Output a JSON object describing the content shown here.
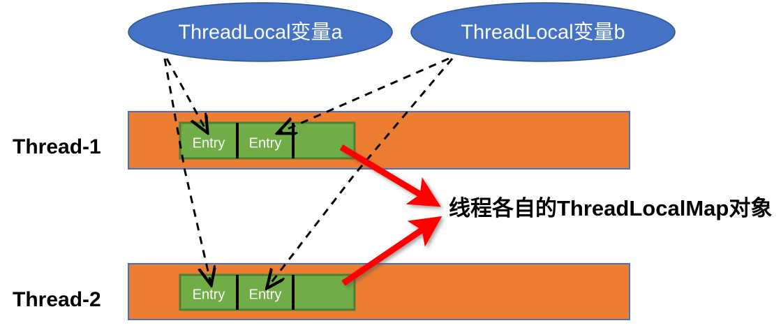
{
  "diagram": {
    "title": "ThreadLocal / ThreadLocalMap structure",
    "colors": {
      "ellipse_fill": "#4472C4",
      "ellipse_stroke": "#2F528F",
      "bar_fill": "#ED7D31",
      "bar_stroke": "#4472C4",
      "map_fill": "#70AD47",
      "map_stroke": "#507E32",
      "divider": "#000000",
      "arrow_red": "#FF0000",
      "dashed": "#000000",
      "text_light": "#FFFFFF",
      "text_dark": "#000000"
    },
    "ellipses": [
      {
        "id": "threadlocal-a",
        "label": "ThreadLocal变量a"
      },
      {
        "id": "threadlocal-b",
        "label": "ThreadLocal变量b"
      }
    ],
    "threads": [
      {
        "id": "thread-1",
        "label": "Thread-1",
        "entries": [
          "Entry",
          "Entry",
          ""
        ]
      },
      {
        "id": "thread-2",
        "label": "Thread-2",
        "entries": [
          "Entry",
          "Entry",
          ""
        ]
      }
    ],
    "annotation": {
      "text": "线程各自的ThreadLocalMap对象"
    },
    "icons": {
      "dashed_arrow": "dashed-arrow-icon",
      "red_arrow": "red-arrow-icon"
    }
  }
}
